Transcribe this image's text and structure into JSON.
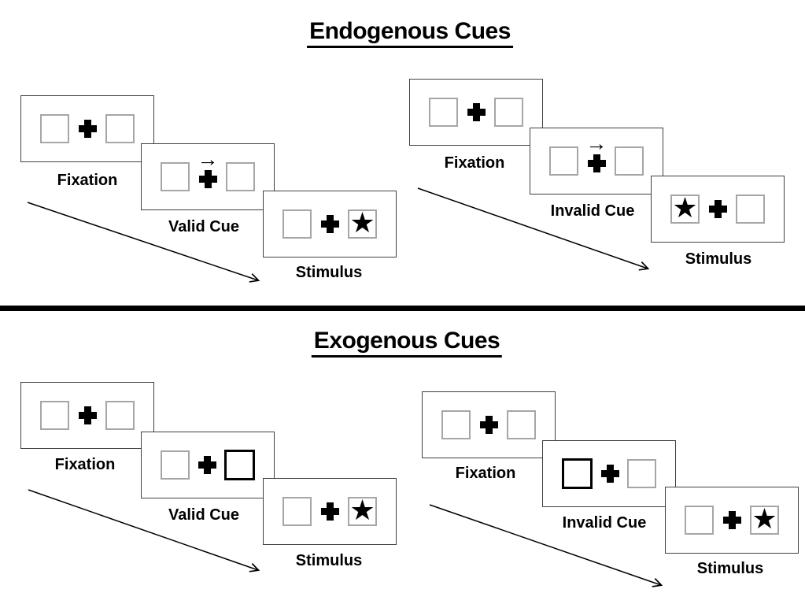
{
  "diagram": {
    "sections": [
      {
        "title": "Endogenous Cues",
        "cue_style": "central arrow pointing toward a side",
        "groups": [
          {
            "name": "valid-trial",
            "panels": [
              {
                "label": "Fixation"
              },
              {
                "label": "Valid Cue",
                "cue": "arrow above fixation cross pointing right"
              },
              {
                "label": "Stimulus",
                "target_side": "right"
              }
            ]
          },
          {
            "name": "invalid-trial",
            "panels": [
              {
                "label": "Fixation"
              },
              {
                "label": "Invalid Cue",
                "cue": "arrow above fixation cross pointing right"
              },
              {
                "label": "Stimulus",
                "target_side": "left"
              }
            ]
          }
        ]
      },
      {
        "title": "Exogenous Cues",
        "cue_style": "peripheral box brightening (thick black outline)",
        "groups": [
          {
            "name": "valid-trial",
            "panels": [
              {
                "label": "Fixation"
              },
              {
                "label": "Valid Cue",
                "cue": "right box outlined thick black"
              },
              {
                "label": "Stimulus",
                "target_side": "right"
              }
            ]
          },
          {
            "name": "invalid-trial",
            "panels": [
              {
                "label": "Fixation"
              },
              {
                "label": "Invalid Cue",
                "cue": "left box outlined thick black"
              },
              {
                "label": "Stimulus",
                "target_side": "right"
              }
            ]
          }
        ]
      }
    ]
  },
  "glyphs": {
    "target_star": "★",
    "cue_arrow": "→"
  },
  "colors": {
    "ink": "#000000",
    "panel_border": "#404040",
    "placeholder_box_border": "#a6a6a6",
    "background": "#ffffff"
  }
}
